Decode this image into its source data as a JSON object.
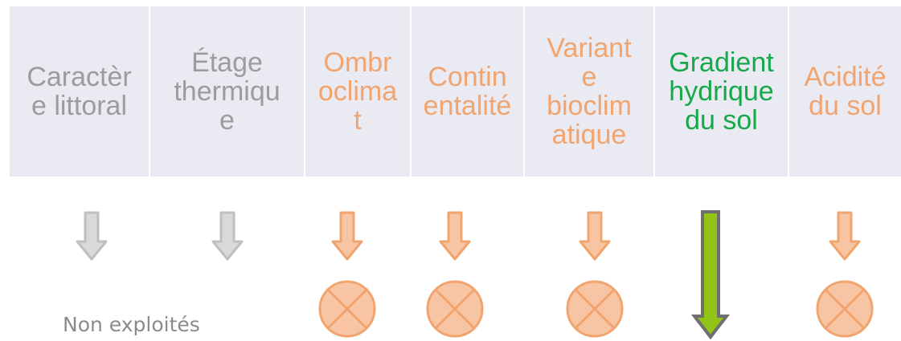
{
  "columns": [
    {
      "label": "Caractèr\ne littoral",
      "status": "unused"
    },
    {
      "label": "Étage\nthermiqu\ne",
      "status": "unused"
    },
    {
      "label": "Ombr\noclima\nt",
      "status": "excluded"
    },
    {
      "label": "Contin\nentalité",
      "status": "excluded"
    },
    {
      "label": "Variant\ne\nbioclim\natique",
      "status": "excluded"
    },
    {
      "label": "Gradient\nhydrique\ndu sol",
      "status": "selected"
    },
    {
      "label": "Acidité\ndu sol",
      "status": "excluded"
    }
  ],
  "note": "Non exploités",
  "colors": {
    "cell_bg": "#eaeaf3",
    "gray_text": "#9c9c9c",
    "orange_text": "#f2a46e",
    "green_text": "#16a84a",
    "gray_arrow_fill": "#d9d9d9",
    "gray_arrow_stroke": "#bfbfbf",
    "orange_fill": "#f8c5a4",
    "orange_stroke": "#f2a46e",
    "green_fill": "#92c418",
    "green_stroke": "#6f6f6f"
  },
  "icons": {
    "unused": "down-arrow-icon",
    "excluded": "crossed-circle-icon",
    "selected": "long-down-arrow-icon"
  }
}
